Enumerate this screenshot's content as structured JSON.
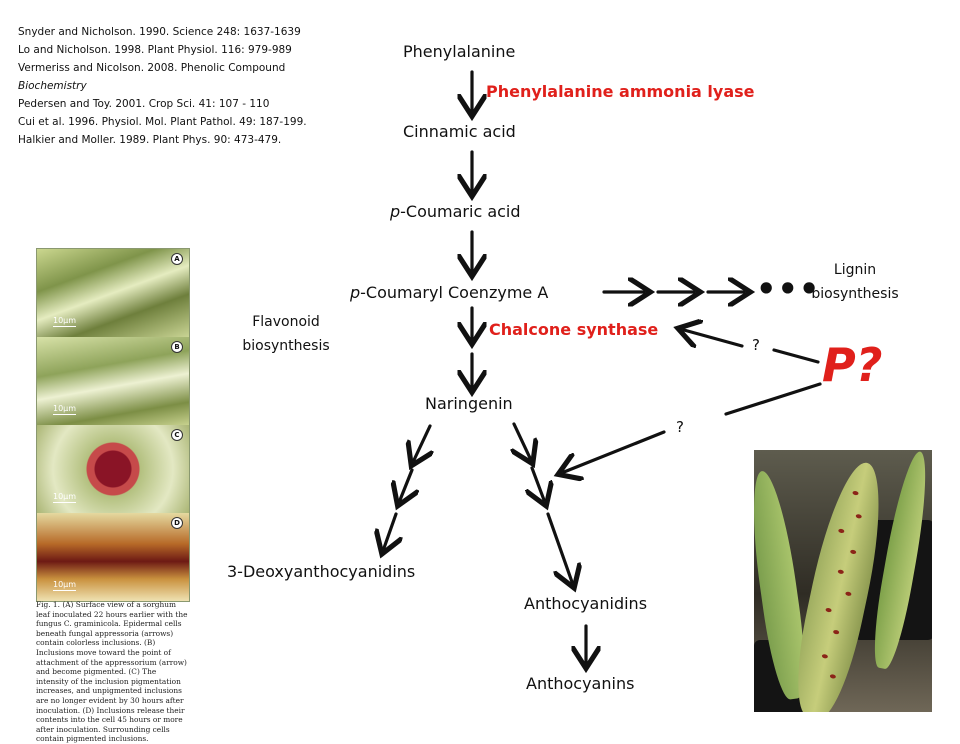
{
  "references": [
    "Snyder and Nicholson. 1990.  Science 248: 1637-1639",
    "Lo and Nicholson. 1998.  Plant Physiol. 116:  979-989",
    "Vermeriss and Nicolson. 2008.  Phenolic Compound",
    "Biochemistry",
    "Pedersen and Toy. 2001.  Crop Sci. 41: 107  - 110",
    "Cui et al. 1996.  Physiol. Mol. Plant Pathol. 49: 187-199.",
    "Halkier and Moller. 1989.  Plant Phys.  90: 473-479."
  ],
  "pathway": {
    "phenylalanine": "Phenylalanine",
    "enzyme1": "Phenylalanine ammonia lyase",
    "cinnamic": "Cinnamic acid",
    "coumaric_prefix": "p",
    "coumaric_rest": "-Coumaric acid",
    "coumaryl_prefix": "p",
    "coumaryl_rest": "-Coumaryl Coenzyme A",
    "ellipsis": "•••",
    "lignin_line1": "Lignin",
    "lignin_line2": "biosynthesis",
    "flavonoid_line1": "Flavonoid",
    "flavonoid_line2": "biosynthesis",
    "enzyme2": "Chalcone synthase",
    "naringenin": "Naringenin",
    "deoxy": "3-Deoxyanthocyanidins",
    "anthocyanidins": "Anthocyanidins",
    "anthocyanins": "Anthocyanins",
    "q1": "?",
    "q2": "?",
    "p_label": "P?"
  },
  "figure": {
    "scale_label": "10µm",
    "panel_labels": [
      "A",
      "B",
      "C",
      "D"
    ],
    "caption": "Fig. 1. (A) Surface view of a sorghum leaf inoculated 22 hours earlier with the fungus C. graminicola. Epidermal cells beneath fungal appressoria (arrows) contain colorless inclusions. (B) Inclusions move toward the point of attachment of the appressorium (arrow) and become pigmented. (C) The intensity of the inclusion pigmentation increases, and unpigmented inclusions are no longer evident by 30 hours after inoculation. (D) Inclusions release their contents into the cell 45 hours or more after inoculation. Surrounding cells contain pigmented inclusions."
  },
  "colors": {
    "enzyme_red": "#e0201b",
    "arrow_black": "#111111"
  }
}
